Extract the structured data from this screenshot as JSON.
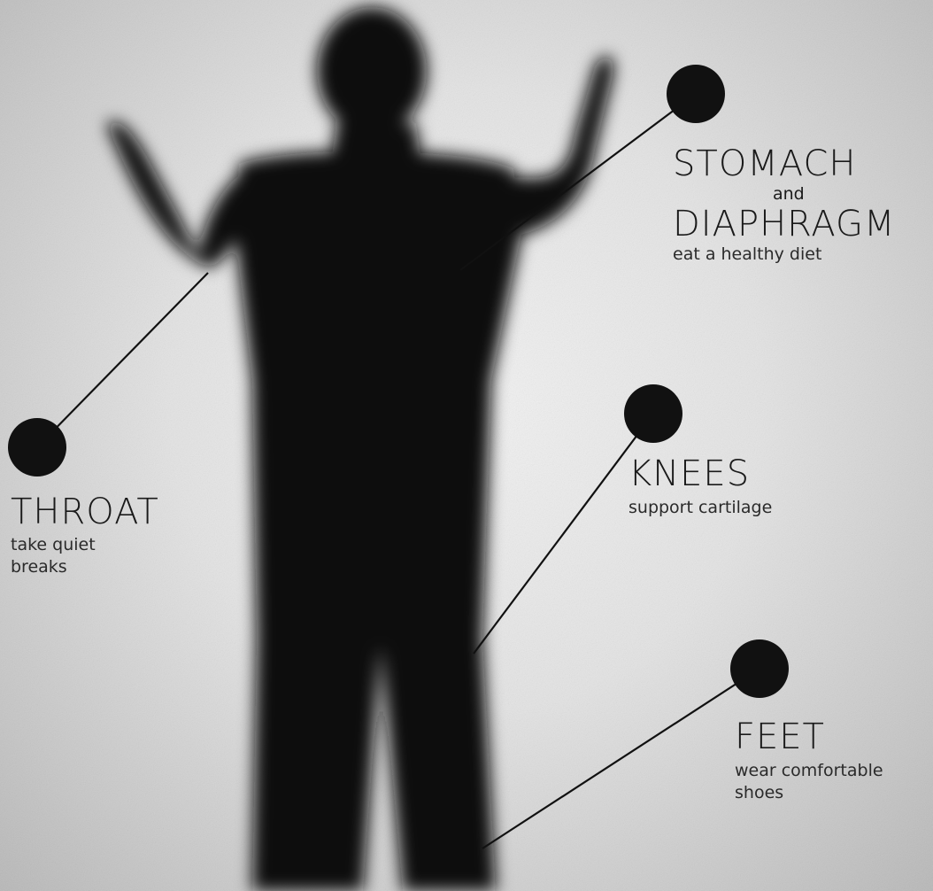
{
  "callouts": {
    "stomach": {
      "title_line1": "STOMACH",
      "connector": "and",
      "title_line2": "DIAPHRAGM",
      "tip": "eat a healthy diet"
    },
    "throat": {
      "title": "THROAT",
      "tip_line1": "take quiet",
      "tip_line2": "breaks"
    },
    "knees": {
      "title": "KNEES",
      "tip": "support cartilage"
    },
    "feet": {
      "title": "FEET",
      "tip_line1": "wear comfortable",
      "tip_line2": "shoes"
    }
  },
  "colors": {
    "silhouette": "#0a0a0a",
    "dot": "#111111",
    "line": "#111111",
    "text": "#1a1a1a"
  }
}
